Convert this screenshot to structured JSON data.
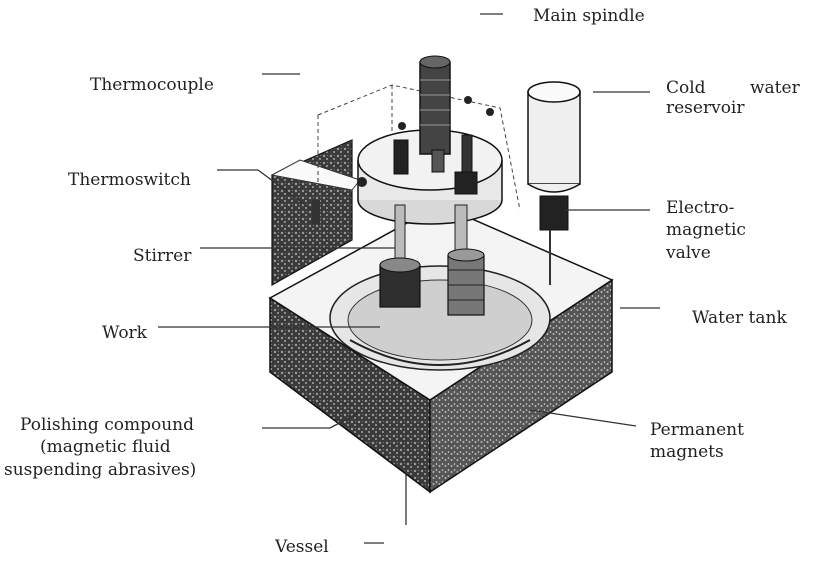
{
  "labels": {
    "main_spindle": "Main spindle",
    "thermocouple": "Thermocouple",
    "cold_water_line1": "Cold",
    "cold_water_line1b": "water",
    "cold_water_line2": "reservoir",
    "thermoswitch": "Thermoswitch",
    "electro_line1": "Electro-",
    "electro_line2": "magnetic",
    "electro_line3": "valve",
    "stirrer": "Stirrer",
    "water_tank": "Water tank",
    "work": "Work",
    "polishing_line1": "Polishing compound",
    "polishing_line2": "(magnetic fluid",
    "polishing_line3": "suspending abrasives)",
    "permanent_line1": "Permanent",
    "permanent_line2": "magnets",
    "vessel": "Vessel"
  }
}
